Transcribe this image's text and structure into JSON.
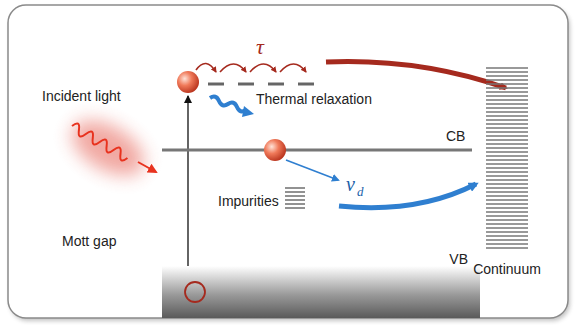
{
  "diagram": {
    "nodes": [
      {
        "text": [
          "VB"
        ]
      },
      {
        "text": [
          "Continuum"
        ]
      },
      {
        "text": [
          "Impurities"
        ]
      }
    ],
    "edges": [
      {
        "from": 2,
        "to": 1,
        "arrow": "to"
      }
    ],
    "labels": [
      "Incident light",
      "τ",
      "Thermal relaxation",
      "CB",
      "Mott gap",
      "v",
      "d"
    ]
  }
}
